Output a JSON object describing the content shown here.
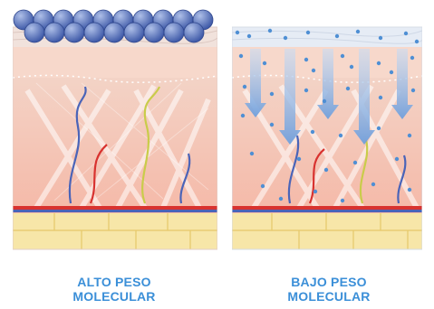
{
  "panels": [
    {
      "caption_line1": "ALTO PESO",
      "caption_line2": "MOLECULAR"
    },
    {
      "caption_line1": "BAJO PESO",
      "caption_line2": "MOLECULAR"
    }
  ],
  "colors": {
    "caption": "#3b8fd8",
    "molecule": "#5b79c8",
    "arrow": "#8fb5e3",
    "dermis": "#f6c9bb",
    "epidermis": "#f4e0d6",
    "fat": "#f7e6a8",
    "artery": "#d8322f",
    "vein": "#4a64b8",
    "nerve": "#c9cc4a"
  },
  "icons": [
    "hyaluronic-molecule-icon",
    "penetration-arrow-icon"
  ]
}
